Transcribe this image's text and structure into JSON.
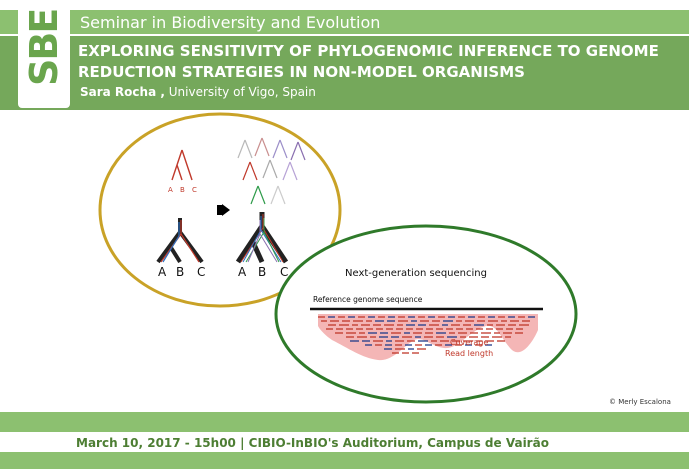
{
  "header": {
    "logo": "SBE",
    "series": "Seminar in Biodiversity and Evolution",
    "title_line1": "EXPLORING SENSITIVITY OF PHYLOGENOMIC INFERENCE TO GENOME",
    "title_line2": "REDUCTION STRATEGIES IN NON-MODEL ORGANISMS",
    "speaker_name": "Sara Rocha ,",
    "speaker_affiliation": "University of Vigo, Spain"
  },
  "figure": {
    "tree_small_labels": [
      "A",
      "B",
      "C"
    ],
    "tree_big_labels": [
      "A",
      "B",
      "C"
    ],
    "tree_big_labels_right": [
      "A",
      "B",
      "C"
    ],
    "ngs_title": "Next-generation sequencing",
    "reference_label": "Reference genome sequence",
    "coverage_label": "Coverage",
    "read_length_label": "Read length",
    "credit": "© Merly Escalona"
  },
  "footer": {
    "details": "March 10, 2017 - 15h00 | CIBIO-InBIO's Auditorium,  Campus de Vairão"
  },
  "colors": {
    "green_light": "#8cc070",
    "green_main": "#75a85b",
    "gold_ellipse": "#c9a227",
    "green_ellipse": "#2f7a2a",
    "pink_fill": "#f4b6b6"
  }
}
